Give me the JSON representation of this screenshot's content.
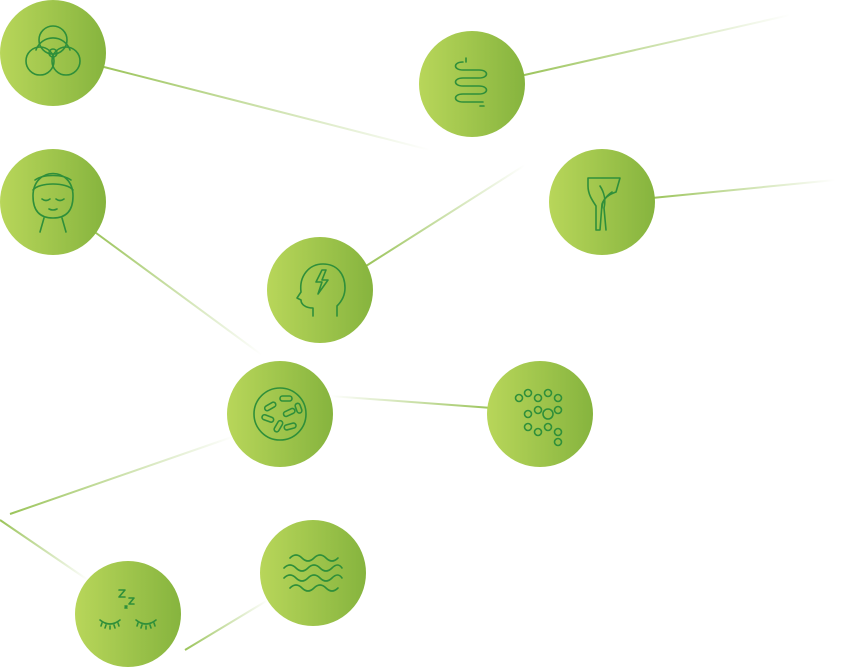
{
  "colors": {
    "circle_light": "#b8d65a",
    "circle_dark": "#86b43e",
    "icon_stroke": "#2f8f3a",
    "connector": "#9bc45a"
  },
  "nodes": [
    {
      "id": "biohazard",
      "icon": "biohazard-icon"
    },
    {
      "id": "intestine",
      "icon": "intestine-icon"
    },
    {
      "id": "face",
      "icon": "woman-face-icon"
    },
    {
      "id": "legs",
      "icon": "legs-icon"
    },
    {
      "id": "head",
      "icon": "head-lightning-icon"
    },
    {
      "id": "bacteria",
      "icon": "bacteria-petri-icon"
    },
    {
      "id": "molecule",
      "icon": "molecule-chain-icon"
    },
    {
      "id": "waves",
      "icon": "wavy-lines-icon"
    },
    {
      "id": "sleep",
      "icon": "sleeping-eyes-icon"
    }
  ]
}
